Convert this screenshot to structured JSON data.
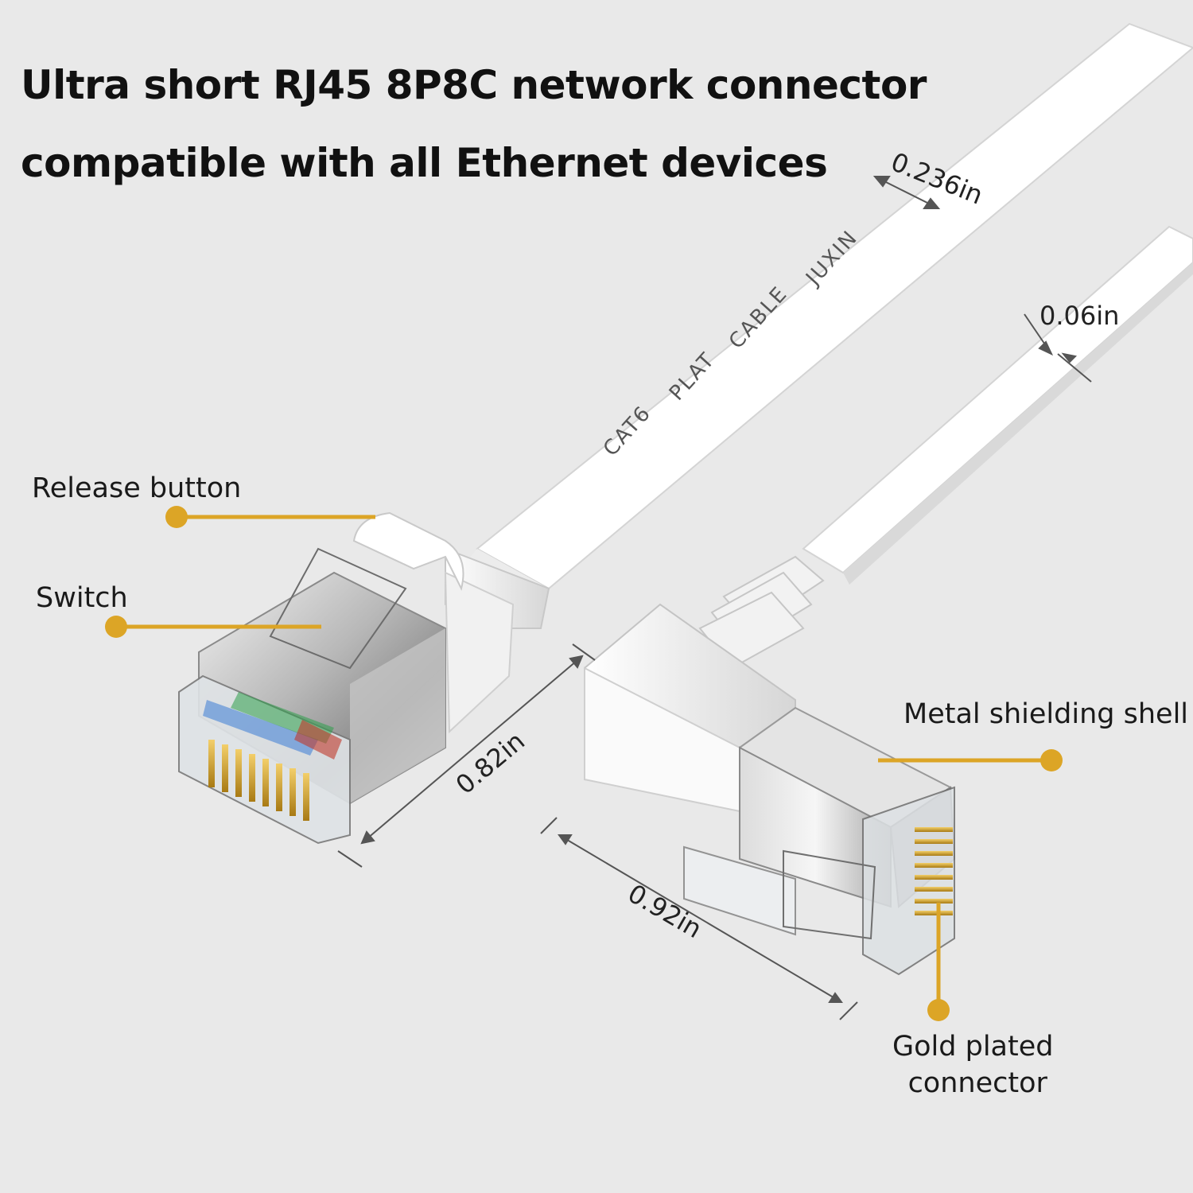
{
  "headline": {
    "line1": "Ultra short RJ45 8P8C network connector",
    "line2": "compatible with all Ethernet devices"
  },
  "cable_print": {
    "words": [
      "CAT6",
      "PLAT",
      "CABLE",
      "JUXIN"
    ]
  },
  "callouts": {
    "release_button": "Release button",
    "switch": "Switch",
    "metal_shell": "Metal shielding shell",
    "gold_line1": "Gold plated",
    "gold_line2": "connector"
  },
  "dimensions": {
    "cable_width": "0.236in",
    "cable_thickness": "0.06in",
    "straight_plug_length": "0.82in",
    "angled_plug_length": "0.92in"
  },
  "colors": {
    "background": "#e9e9e9",
    "callout": "#dca526",
    "cable": "#ffffff",
    "dimension_line": "#555555"
  }
}
